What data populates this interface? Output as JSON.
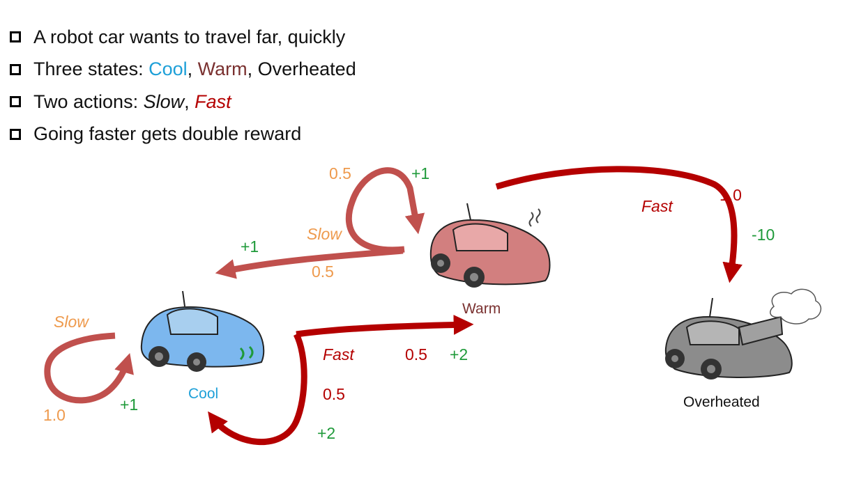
{
  "bullets": [
    {
      "text": "A robot car wants to travel far, quickly"
    },
    {
      "prefix": "Three states: ",
      "cool": "Cool",
      "sep1": ", ",
      "warm": "Warm",
      "sep2": ", ",
      "overheated": "Overheated"
    },
    {
      "prefix": "Two actions: ",
      "slow": "Slow",
      "sep": ", ",
      "fast": "Fast"
    },
    {
      "text": "Going faster gets double reward"
    }
  ],
  "states": {
    "cool": "Cool",
    "warm": "Warm",
    "overheated": "Overheated"
  },
  "transitions": {
    "warm_self": {
      "prob": "0.5",
      "reward": "+1"
    },
    "warm_slow_to_cool": {
      "action": "Slow",
      "reward": "+1",
      "prob": "0.5"
    },
    "warm_fast_to_over": {
      "action": "Fast",
      "prob": "1.0",
      "reward": "-10"
    },
    "cool_slow_self": {
      "action": "Slow",
      "prob": "1.0",
      "reward": "+1"
    },
    "cool_fast_to_warm": {
      "action": "Fast",
      "prob": "0.5",
      "reward": "+2"
    },
    "cool_fast_self": {
      "prob": "0.5",
      "reward": "+2"
    }
  },
  "colors": {
    "cool": "#1ea0d8",
    "warm": "#7a3130",
    "fast": "#b40000",
    "slow_arrow": "#c0504d",
    "prob": "#ee9a4d",
    "reward": "#1f9a3a"
  }
}
